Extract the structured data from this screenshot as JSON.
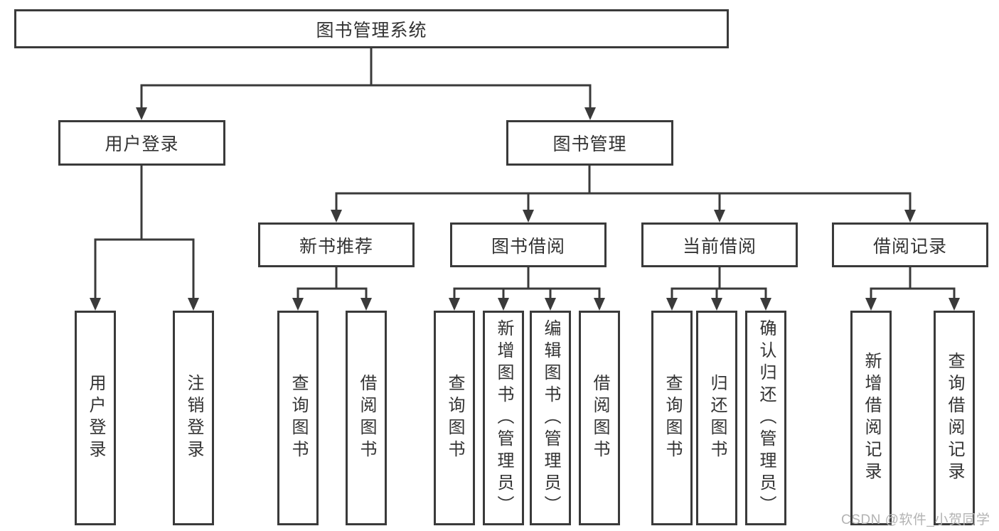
{
  "colors": {
    "line": "#3a3a3a",
    "box_border": "#3a3a3a",
    "text": "#333333",
    "background": "#ffffff",
    "watermark": "#b3b3b3"
  },
  "diagram": {
    "root": {
      "label": "图书管理系统"
    },
    "branches": [
      {
        "label": "用户登录",
        "children": [
          {
            "label": "用户登录"
          },
          {
            "label": "注销登录"
          }
        ]
      },
      {
        "label": "图书管理",
        "groups": [
          {
            "label": "新书推荐",
            "children": [
              {
                "label": "查询图书"
              },
              {
                "label": "借阅图书"
              }
            ]
          },
          {
            "label": "图书借阅",
            "children": [
              {
                "label": "查询图书"
              },
              {
                "label": "新增图书（管理员）"
              },
              {
                "label": "编辑图书（管理员）"
              },
              {
                "label": "借阅图书"
              }
            ]
          },
          {
            "label": "当前借阅",
            "children": [
              {
                "label": "查询图书"
              },
              {
                "label": "归还图书"
              },
              {
                "label": "确认归还（管理员）"
              }
            ]
          },
          {
            "label": "借阅记录",
            "children": [
              {
                "label": "新增借阅记录"
              },
              {
                "label": "查询借阅记录"
              }
            ]
          }
        ]
      }
    ]
  },
  "watermark": {
    "text": "CSDN @软件_小贺同学"
  }
}
